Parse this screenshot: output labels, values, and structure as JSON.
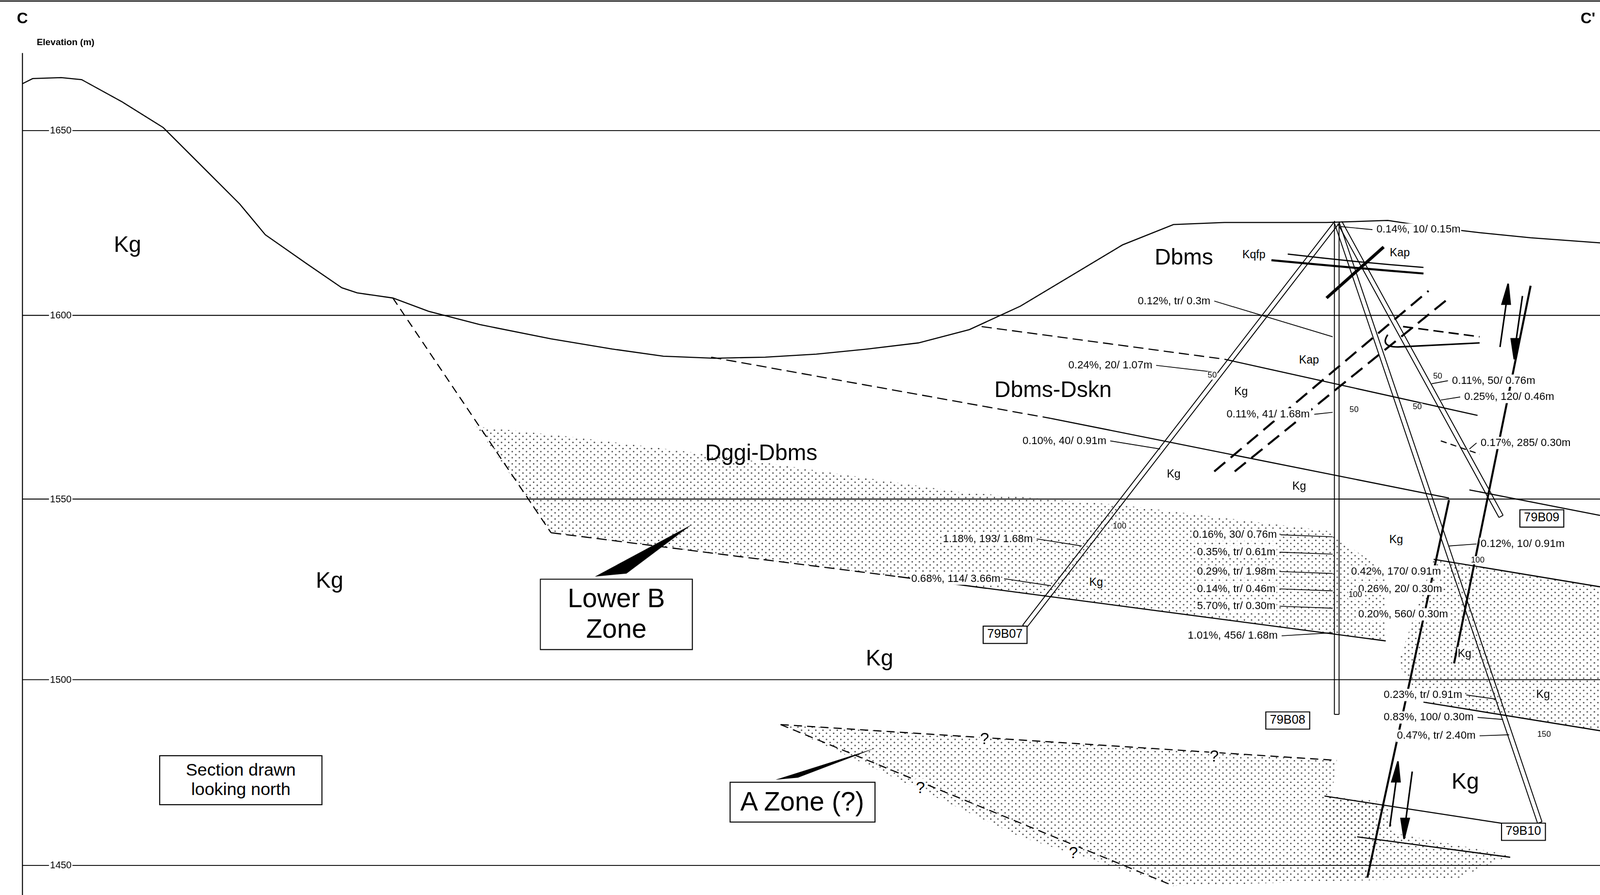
{
  "diagram": {
    "nodes": [
      {
        "text": [
          "Lower B Zone"
        ]
      },
      {
        "text": [
          "A Zone (?)"
        ]
      },
      {
        "text": [
          "79B07"
        ]
      },
      {
        "text": [
          "79B08"
        ]
      },
      {
        "text": [
          "79B09"
        ]
      },
      {
        "text": [
          "79B10"
        ]
      },
      {
        "text": [
          "Section drawn looking north"
        ]
      }
    ],
    "labels": [
      "C",
      "C'",
      "Elevation (m)",
      "1650",
      "1600",
      "1550",
      "1500",
      "1450",
      "Kg",
      "Kg",
      "Kg",
      "Kg",
      "Dbms",
      "Dbms-Dskn",
      "Dggi-Dbms",
      "Kqfp",
      "Kap",
      "Kap",
      "Kg",
      "Kg",
      "Kg",
      "Kg",
      "Kg",
      "Kg",
      "Kg",
      "0.14%, 10/ 0.15m",
      "0.12%, tr/ 0.3m",
      "0.24%, 20/ 1.07m",
      "0.11%, 41/ 1.68m",
      "0.10%, 40/ 0.91m",
      "1.18%, 193/ 1.68m",
      "0.68%, 114/ 3.66m",
      "0.16%, 30/ 0.76m",
      "0.35%, tr/ 0.61m",
      "0.29%, tr/ 1.98m",
      "0.14%, tr/ 0.46m",
      "5.70%, tr/ 0.30m",
      "1.01%, 456/ 1.68m",
      "0.42%, 170/ 0.91m",
      "0.26%, 20/ 0.30m",
      "0.20%, 560/ 0.30m",
      "0.11%, 50/ 0.76m",
      "0.25%, 120/ 0.46m",
      "0.17%, 285/ 0.30m",
      "0.12%, 10/ 0.91m",
      "0.23%, tr/ 0.91m",
      "0.83%, 100/ 0.30m",
      "0.47%, tr/ 2.40m",
      "50",
      "100",
      "50",
      "100",
      "50",
      "50",
      "100",
      "150",
      "?",
      "?",
      "?",
      "?"
    ]
  }
}
